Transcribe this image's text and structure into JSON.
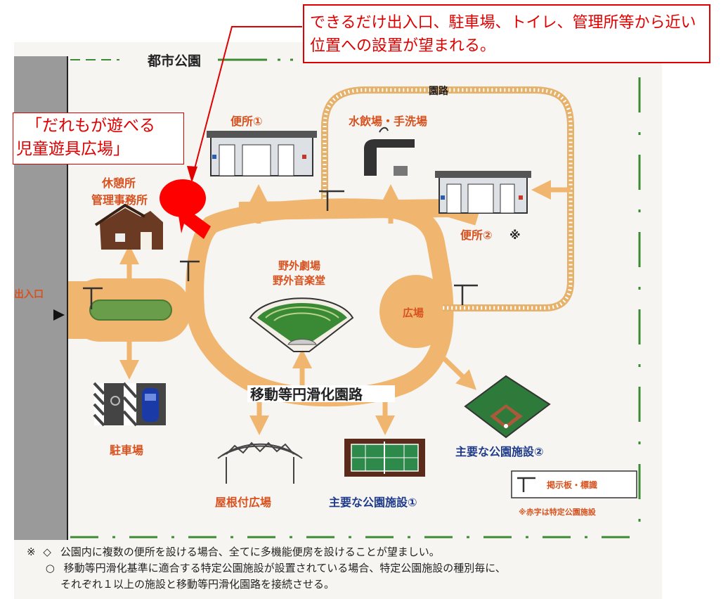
{
  "frame_title": "都市公園",
  "labels": {
    "entrance": "出入口",
    "rest_area": "休憩所",
    "management_office": "管理事務所",
    "toilet_1": "便所①",
    "water_fountain": "水飲場・手洗場",
    "park_path": "園路",
    "toilet_2": "便所②",
    "toilet_2_mark": "※",
    "outdoor_theater_1": "野外劇場",
    "outdoor_theater_2": "野外音楽堂",
    "plaza": "広場",
    "accessible_path": "移動等円滑化園路",
    "parking": "駐車場",
    "roofed_plaza": "屋根付広場",
    "main_facility_1": "主要な公園施設①",
    "main_facility_2": "主要な公園施設②",
    "signboard": "掲示板・標識",
    "red_text_note": "※赤字は特定公園施設"
  },
  "callouts": {
    "placement": "できるだけ出入口、駐車場、トイレ、管理所等から近い位置への設置が望まれる。",
    "playground_line1": "「だれもが遊べる",
    "playground_line2": "児童遊具広場」"
  },
  "notes": {
    "mark": "※",
    "line1_symbol": "◇",
    "line1": "公園内に複数の便所を設ける場合、全てに多機能便房を設けることが望ましい。",
    "line2_symbol": "○",
    "line2": "移動等円滑化基準に適合する特定公園施設が設置されている場合、特定公園施設の種別毎に、",
    "line3": "それぞれ１以上の施設と移動等円滑化園路を接続させる。"
  },
  "colors": {
    "path": "#f0b56e",
    "red_label": "#d8521f",
    "blue_label": "#1f3c8c",
    "callout": "#e00000",
    "green_dash": "#3d8a35"
  }
}
